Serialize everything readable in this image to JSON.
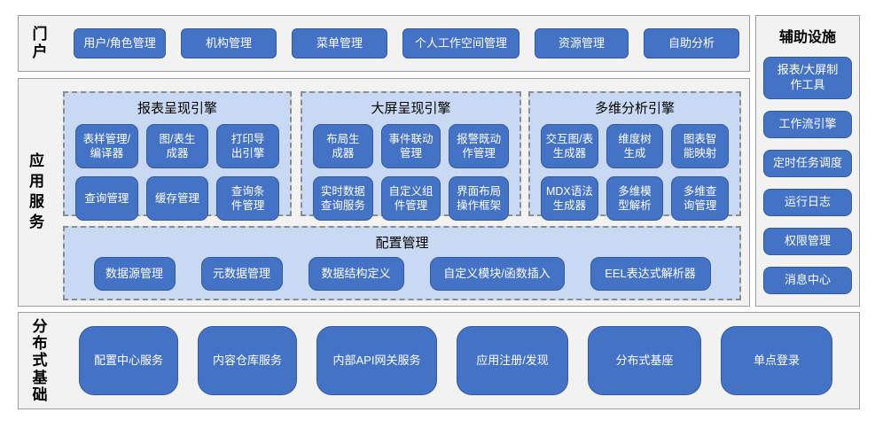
{
  "colors": {
    "button_blue": "#4472c4",
    "button_border": "#33599f",
    "container_light_blue": "#c9d9f4",
    "panel_gray": "#f2f2f2",
    "panel_border": "#9d9d9d",
    "button_text": "#ffffff",
    "label_text": "#000000"
  },
  "portal": {
    "label": "门\n户",
    "buttons": [
      "用户/角色管理",
      "机构管理",
      "菜单管理",
      "个人工作空间管理",
      "资源管理",
      "自助分析"
    ]
  },
  "app_services": {
    "label": "应\n用\n服\n务",
    "engines": [
      {
        "title": "报表呈现引擎",
        "buttons": [
          "表样管理/\n编译器",
          "图/表生\n成器",
          "打印导\n出引擎",
          "查询管理",
          "缓存管理",
          "查询条\n件管理"
        ]
      },
      {
        "title": "大屏呈现引擎",
        "buttons": [
          "布局生\n成器",
          "事件联动\n管理",
          "报警既动\n作管理",
          "实时数据\n查询服务",
          "自定义组\n件管理",
          "界面布局\n操作框架"
        ]
      },
      {
        "title": "多维分析引擎",
        "buttons": [
          "交互图/表\n生成器",
          "维度树\n生成",
          "图表智\n能映射",
          "MDX语法\n生成器",
          "多维模\n型解析",
          "多维查\n询管理"
        ]
      }
    ],
    "config": {
      "title": "配置管理",
      "buttons": [
        "数据源管理",
        "元数据管理",
        "数据结构定义",
        "自定义模块/函数插入",
        "EEL表达式解析器"
      ]
    }
  },
  "auxiliary": {
    "title": "辅助设施",
    "buttons": [
      "报表/大屏制\n作工具",
      "工作流引擎",
      "定时任务调度",
      "运行日志",
      "权限管理",
      "消息中心"
    ]
  },
  "distributed": {
    "label": "分\n布\n式\n基\n础",
    "buttons": [
      "配置中心服务",
      "内容仓库服务",
      "内部API网关服务",
      "应用注册/发现",
      "分布式基座",
      "单点登录"
    ]
  }
}
